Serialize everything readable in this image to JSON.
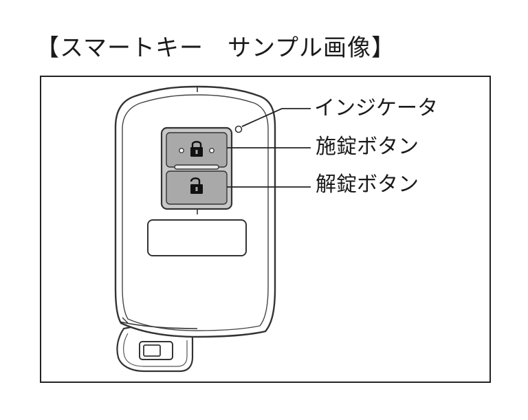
{
  "title": "【スマートキー　サンプル画像】",
  "callouts": {
    "indicator": "インジケータ",
    "lock_button": "施錠ボタン",
    "unlock_button": "解錠ボタン"
  },
  "icons": {
    "lock": "lock-closed-icon",
    "unlock": "lock-open-icon"
  }
}
